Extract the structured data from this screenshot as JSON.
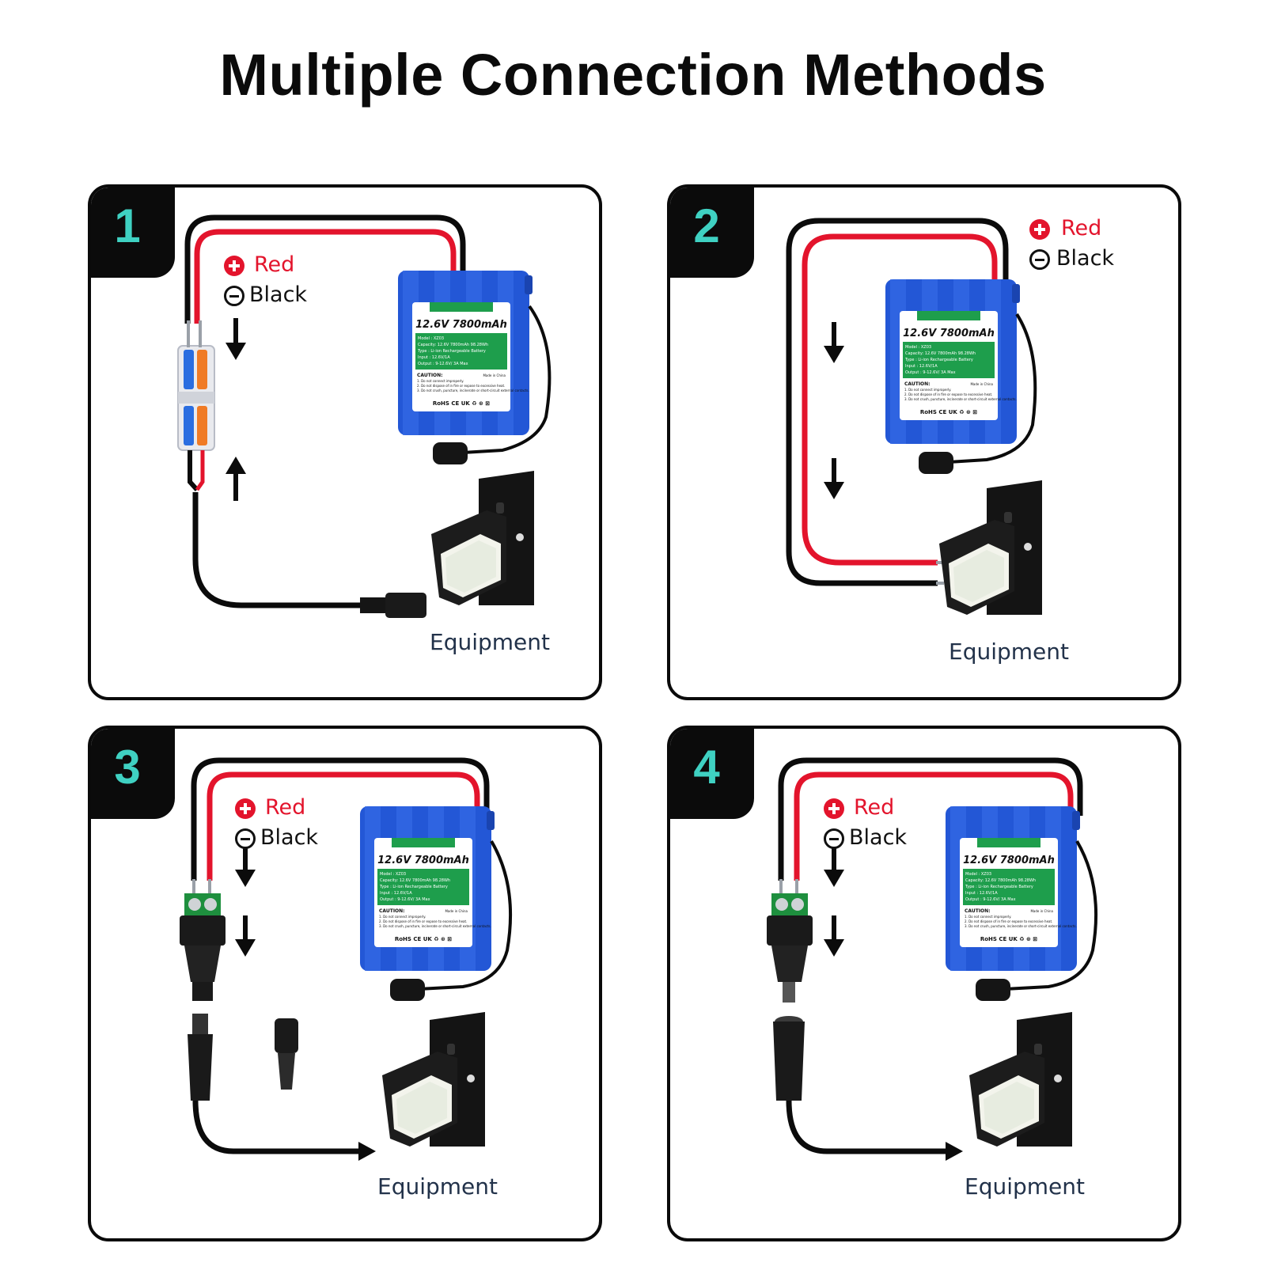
{
  "title": "Multiple Connection Methods",
  "labels": {
    "red": "Red",
    "black": "Black",
    "equipment": "Equipment"
  },
  "battery": {
    "headline": "12.6V 7800mAh",
    "specs": [
      "Model  :  XZ03",
      "Capacity:  12.6V 7800mAh 98.28Wh",
      "Type    :  Li-ion Rechargeable Battery",
      "Input   :  12.6V/1A",
      "Output  :  9-12.6V/ 3A Max"
    ],
    "caution": "CAUTION:",
    "made_in": "Made in China",
    "caution_lines": [
      "1. Do not connect improperly.",
      "2. Do not dispose of in fire or expose to excessive heat.",
      "3. Do not crush, puncture, incinerate or short-circuit external contacts."
    ],
    "marks": "RoHS  CE  UK  ♻  ⊛  ⊠"
  },
  "panels": [
    {
      "number": "1"
    },
    {
      "number": "2"
    },
    {
      "number": "3"
    },
    {
      "number": "4"
    }
  ],
  "colors": {
    "red_wire": "#e3142c",
    "black_wire": "#0b0b0b",
    "battery_blue": "#2357d6",
    "label_green": "#1e9e4c",
    "tab_number": "#3fd1c2",
    "equipment_text": "#22324a"
  }
}
